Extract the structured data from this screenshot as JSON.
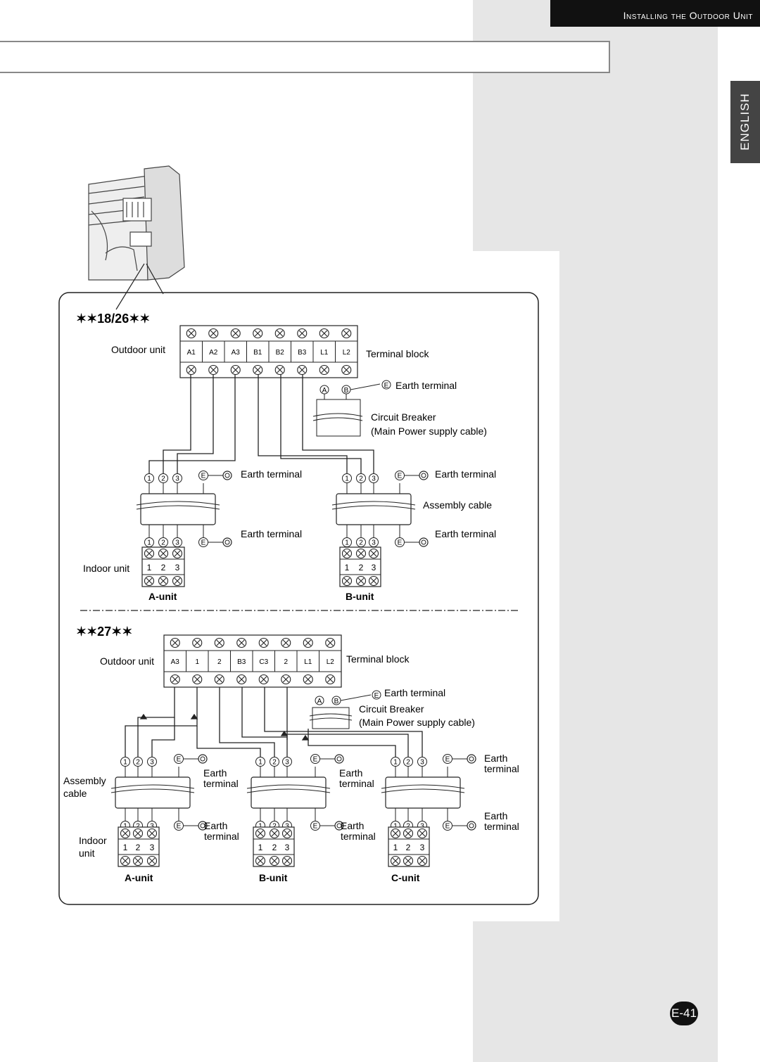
{
  "header": {
    "section_title": "Installing the Outdoor Unit"
  },
  "language_tab": "ENGLISH",
  "page_number": "E-41",
  "diagram1": {
    "model_label": "✶✶18/26✶✶",
    "outdoor_unit": "Outdoor unit",
    "terminals": [
      "A1",
      "A2",
      "A3",
      "B1",
      "B2",
      "B3",
      "L1",
      "L2"
    ],
    "terminal_block": "Terminal block",
    "earth_terminal": "Earth terminal",
    "breaker_a": "A",
    "breaker_b": "B",
    "e_mark": "E",
    "circuit_breaker": "Circuit Breaker",
    "main_power": "(Main Power supply cable)",
    "assembly_cable": "Assembly cable",
    "indoor_unit": "Indoor unit",
    "n1": "1",
    "n2": "2",
    "n3": "3",
    "unit_a": "A-unit",
    "unit_b": "B-unit"
  },
  "diagram2": {
    "model_label": "✶✶27✶✶",
    "outdoor_unit": "Outdoor unit",
    "terminals": [
      "A3",
      "1",
      "2",
      "B3",
      "C3",
      "2",
      "L1",
      "L2"
    ],
    "terminal_block": "Terminal block",
    "earth_terminal": "Earth terminal",
    "circuit_breaker": "Circuit Breaker",
    "main_power": "(Main Power supply cable)",
    "assembly": "Assembly",
    "cable": "cable",
    "earth": "Earth",
    "terminal": "terminal",
    "indoor": "Indoor",
    "unit": "unit",
    "unit_a": "A-unit",
    "unit_b": "B-unit",
    "unit_c": "C-unit"
  }
}
